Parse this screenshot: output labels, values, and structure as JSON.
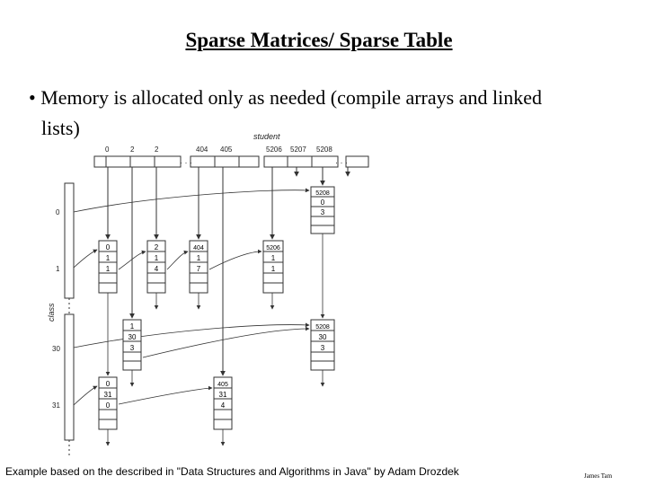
{
  "title": "Sparse Matrices/ Sparse Table",
  "bullet": {
    "marker": "•",
    "line1": "Memory is allocated only as needed (compile arrays and linked",
    "line2": "lists)"
  },
  "diagram": {
    "student_label": "student",
    "class_label": "class",
    "student_indices": [
      "0",
      "2",
      "2",
      "404",
      "405",
      "5206",
      "5207",
      "5208"
    ],
    "ellipsis": "· · ·",
    "class_indices": [
      "0",
      "1",
      "30",
      "31"
    ],
    "nodes": [
      {
        "id": "n-0-1",
        "values": [
          "0",
          "1",
          "1"
        ]
      },
      {
        "id": "n-2-1",
        "values": [
          "2",
          "1",
          "4"
        ]
      },
      {
        "id": "n-404-1",
        "values": [
          "404",
          "1",
          "7"
        ]
      },
      {
        "id": "n-5206-1",
        "values": [
          "5206",
          "1",
          "1"
        ]
      },
      {
        "id": "n-5208-0",
        "values": [
          "5208",
          "0",
          "3"
        ]
      },
      {
        "id": "n-1-30",
        "values": [
          "1",
          "30",
          "3"
        ]
      },
      {
        "id": "n-5208-30",
        "values": [
          "5208",
          "30",
          "3"
        ]
      },
      {
        "id": "n-0-31",
        "values": [
          "0",
          "31",
          "0"
        ]
      },
      {
        "id": "n-405-31",
        "values": [
          "405",
          "31",
          "4"
        ]
      }
    ]
  },
  "caption": "Example based on the described in \"Data Structures and Algorithms in Java\" by Adam Drozdek",
  "author": "James Tam"
}
